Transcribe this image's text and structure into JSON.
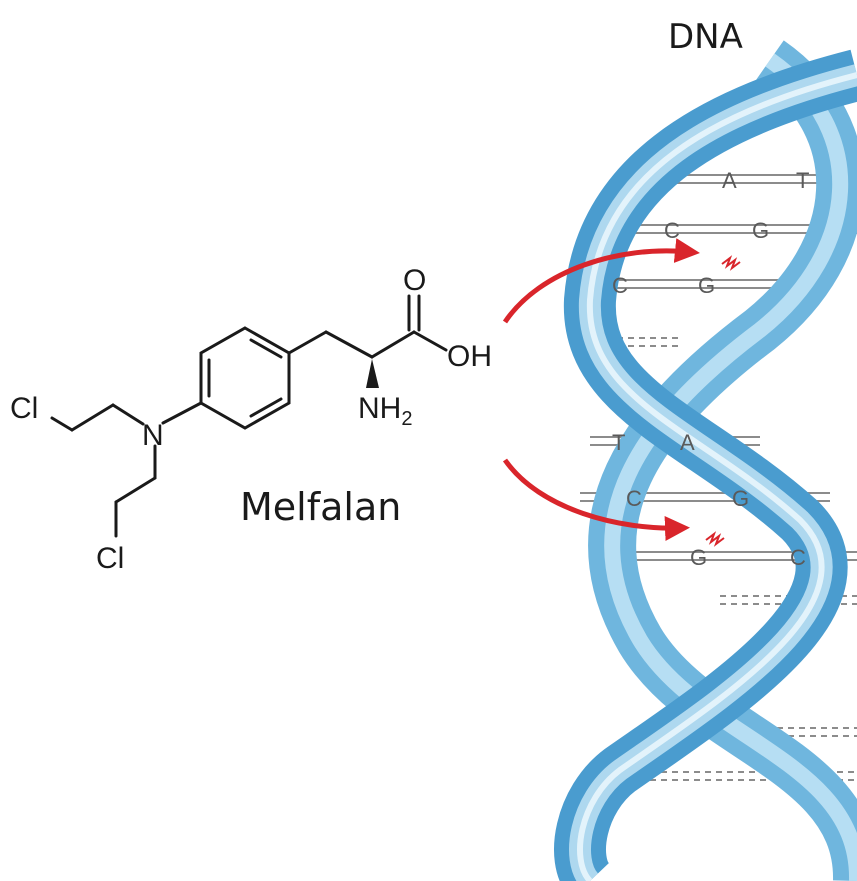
{
  "dna_label": "DNA",
  "molecule_name": "Melfalan",
  "atoms": {
    "cl_left": "Cl",
    "cl_bottom": "Cl",
    "nitrogen": "N",
    "oxygen": "O",
    "hydroxyl": "OH",
    "amine": "NH",
    "amine_subscript": "2"
  },
  "base_pairs": [
    {
      "left": "A",
      "right": "T"
    },
    {
      "left": "C",
      "right": "G"
    },
    {
      "left": "C",
      "right": "G"
    },
    {
      "left": "T",
      "right": "A"
    },
    {
      "left": "C",
      "right": "G"
    },
    {
      "left": "G",
      "right": "C"
    }
  ],
  "colors": {
    "helix_light": "#bfe3f5",
    "helix_mid": "#7cc3e8",
    "helix_dark": "#3d8fc4",
    "arrow": "#d9252b",
    "text": "#1a1a1a",
    "bond_gray": "#8c8c8c"
  }
}
